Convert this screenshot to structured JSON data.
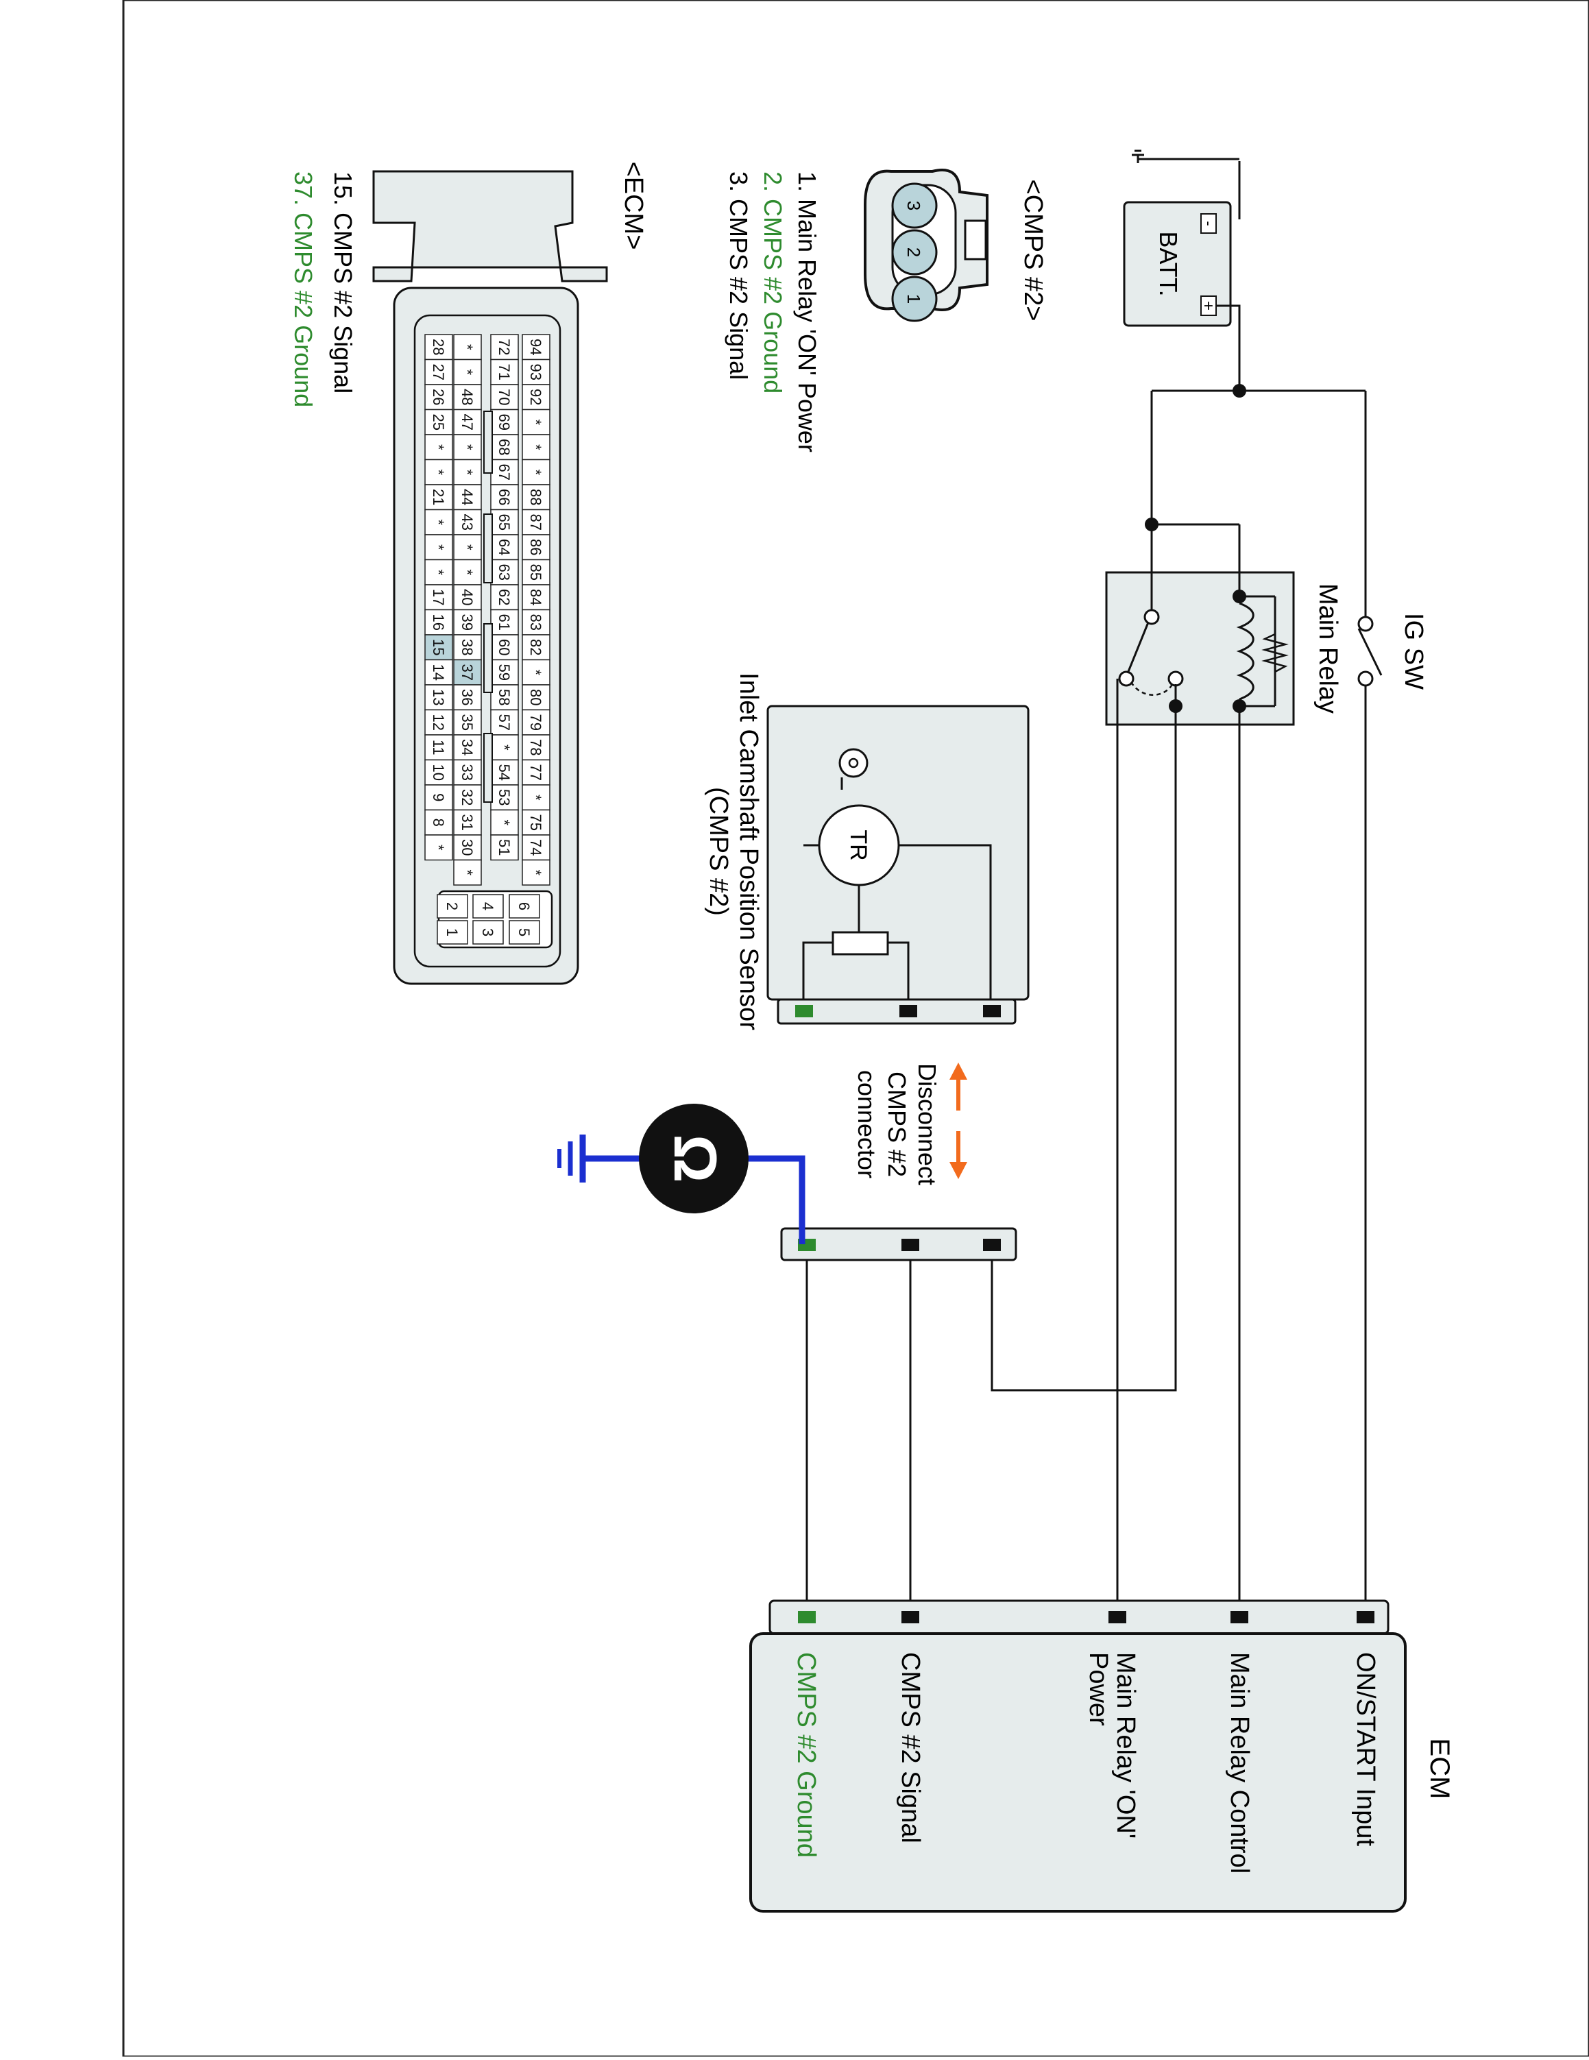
{
  "colors": {
    "box_fill": "#e6ecec",
    "ground_label": "#2e8b2e",
    "probe_wire": "#1b2fd0",
    "arrow": "#f26b1d",
    "pin_highlight": "#b9d4da"
  },
  "circuit": {
    "ig_sw": "IG SW",
    "main_relay": "Main Relay",
    "battery": "BATT.",
    "battery_minus": "-",
    "battery_plus": "+",
    "sensor_title_line1": "Inlet Camshaft Position Sensor",
    "sensor_title_line2": "(CMPS #2)",
    "transistor": "TR",
    "disconnect_line1": "Disconnect",
    "disconnect_line2": "CMPS #2",
    "disconnect_line3": "connector",
    "ohm_symbol": "Ω"
  },
  "ecm_box": {
    "title": "ECM",
    "terminals": [
      "ON/START Input",
      "Main Relay Control",
      "Main Relay 'ON'",
      "Power",
      "CMPS #2 Signal",
      "CMPS #2 Ground"
    ]
  },
  "cmps_connector": {
    "title": "<CMPS #2>",
    "pins": [
      "1",
      "2",
      "3"
    ],
    "legend": [
      "1. Main Relay 'ON' Power",
      "2. CMPS #2 Ground",
      "3. CMPS #2 Signal"
    ]
  },
  "ecm_connector": {
    "title": "<ECM>",
    "legend": [
      "15. CMPS #2 Signal",
      "37. CMPS #2 Ground"
    ],
    "rows": [
      [
        "94",
        "93",
        "92",
        "*",
        "*",
        "*",
        "88",
        "87",
        "86",
        "85",
        "84",
        "83",
        "82",
        "*",
        "80",
        "79",
        "78",
        "77",
        "*",
        "75",
        "74",
        "*"
      ],
      [
        "72",
        "71",
        "70",
        "69",
        "68",
        "67",
        "66",
        "65",
        "64",
        "63",
        "62",
        "61",
        "60",
        "59",
        "58",
        "57",
        "*",
        "54",
        "53",
        "*",
        "51"
      ],
      [
        "*",
        "*",
        "48",
        "47",
        "*",
        "*",
        "44",
        "43",
        "*",
        "*",
        "40",
        "39",
        "38",
        "37",
        "36",
        "35",
        "34",
        "33",
        "32",
        "31",
        "30",
        "*"
      ],
      [
        "28",
        "27",
        "26",
        "25",
        "*",
        "*",
        "21",
        "*",
        "*",
        "*",
        "17",
        "16",
        "15",
        "14",
        "13",
        "12",
        "11",
        "10",
        "9",
        "8",
        "*"
      ]
    ],
    "aux_pins": [
      "6",
      "5",
      "4",
      "3",
      "2",
      "1"
    ],
    "highlighted": [
      "15",
      "37"
    ]
  },
  "icons": [
    "ground-icon",
    "battery-icon",
    "relay-coil-icon",
    "ohmmeter-icon",
    "double-arrow-icon"
  ]
}
